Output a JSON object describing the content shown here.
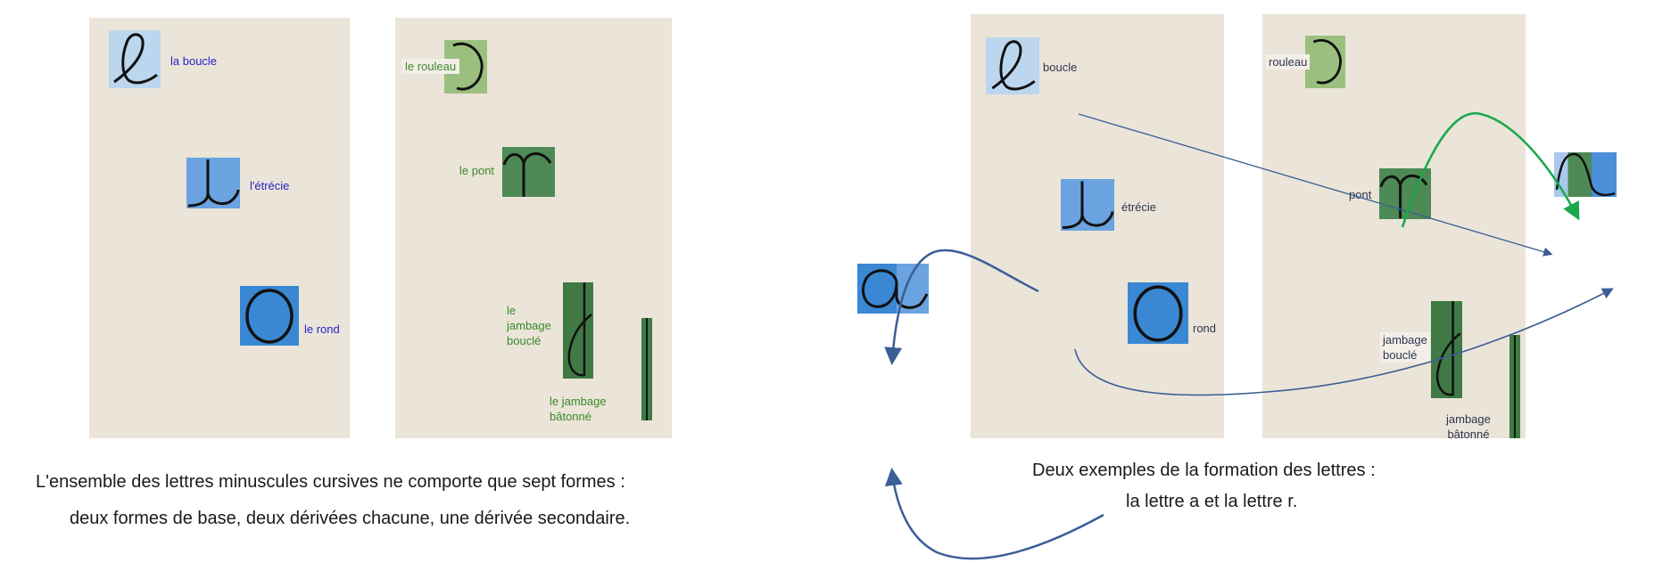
{
  "left": {
    "labels": {
      "boucle": "la boucle",
      "etrecie": "l'étrécie",
      "rond": "le rond",
      "rouleau": "le rouleau",
      "pont": "le pont",
      "jambage_boucle": [
        "le",
        "jambage",
        "bouclé"
      ],
      "jambage_batonne": [
        "le jambage",
        "bâtonné"
      ]
    },
    "caption": [
      "L'ensemble des lettres minuscules cursives ne comporte que sept formes :",
      "deux formes de base, deux dérivées chacune, une dérivée secondaire."
    ]
  },
  "right": {
    "labels": {
      "boucle": "boucle",
      "etrecie": "étrécie",
      "rond": "rond",
      "rouleau": "rouleau",
      "pont": "pont",
      "jambage_boucle": [
        "jambage",
        "bouclé"
      ],
      "jambage_batonne": [
        "jambage",
        "bâtonné"
      ]
    },
    "caption": [
      "Deux exemples de la formation des lettres :",
      "la lettre a et la lettre r."
    ]
  },
  "colors": {
    "paper": "#ebe4d8",
    "light_blue": "#bcd6f0",
    "mid_blue": "#6aa3e0",
    "blue": "#3a87d4",
    "light_green": "#9bbf7e",
    "green": "#4e8a55",
    "dark_green": "#3f7a45",
    "arrow_blue": "#3b5e96",
    "arrow_green": "#19a84a"
  }
}
